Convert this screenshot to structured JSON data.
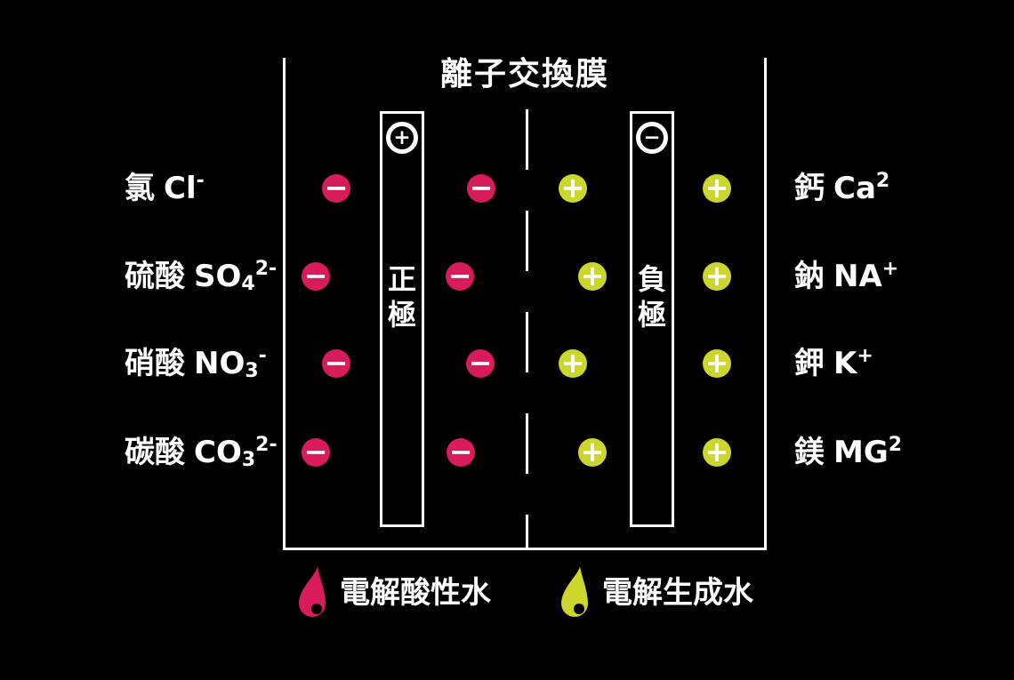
{
  "title": "離子交換膜",
  "colors": {
    "background": "#000000",
    "anion_pink": "#d81b5a",
    "cation_yellow": "#cdd62c",
    "line_white": "#ffffff"
  },
  "membrane": {
    "positive_electrode": {
      "terminal_icon": "circled-plus",
      "label": "正極",
      "chars": [
        "正",
        "極"
      ]
    },
    "negative_electrode": {
      "terminal_icon": "circled-minus",
      "label": "負極",
      "chars": [
        "負",
        "極"
      ]
    }
  },
  "symbols": {
    "minus": "−",
    "plus": "+"
  },
  "rows": [
    {
      "left": {
        "zh": "氯",
        "formula": "Cl",
        "sub": "",
        "sup": "-"
      },
      "right": {
        "zh": "鈣",
        "formula": "Ca",
        "sub": "",
        "sup": "2"
      }
    },
    {
      "left": {
        "zh": "硫酸",
        "formula": "SO",
        "sub": "4",
        "sup": "2-"
      },
      "right": {
        "zh": "鈉",
        "formula": "NA",
        "sub": "",
        "sup": "+"
      }
    },
    {
      "left": {
        "zh": "硝酸",
        "formula": "NO",
        "sub": "3",
        "sup": "-"
      },
      "right": {
        "zh": "鉀",
        "formula": "K",
        "sub": "",
        "sup": "+"
      }
    },
    {
      "left": {
        "zh": "碳酸",
        "formula": "CO",
        "sub": "3",
        "sup": "2-"
      },
      "right": {
        "zh": "鎂",
        "formula": "MG",
        "sub": "",
        "sup": "2"
      }
    }
  ],
  "legend": {
    "acidic": {
      "icon": "droplet",
      "color": "#d81b5a",
      "label": "電解酸性水"
    },
    "generated": {
      "icon": "droplet",
      "color": "#cdd62c",
      "label": "電解生成水"
    }
  }
}
